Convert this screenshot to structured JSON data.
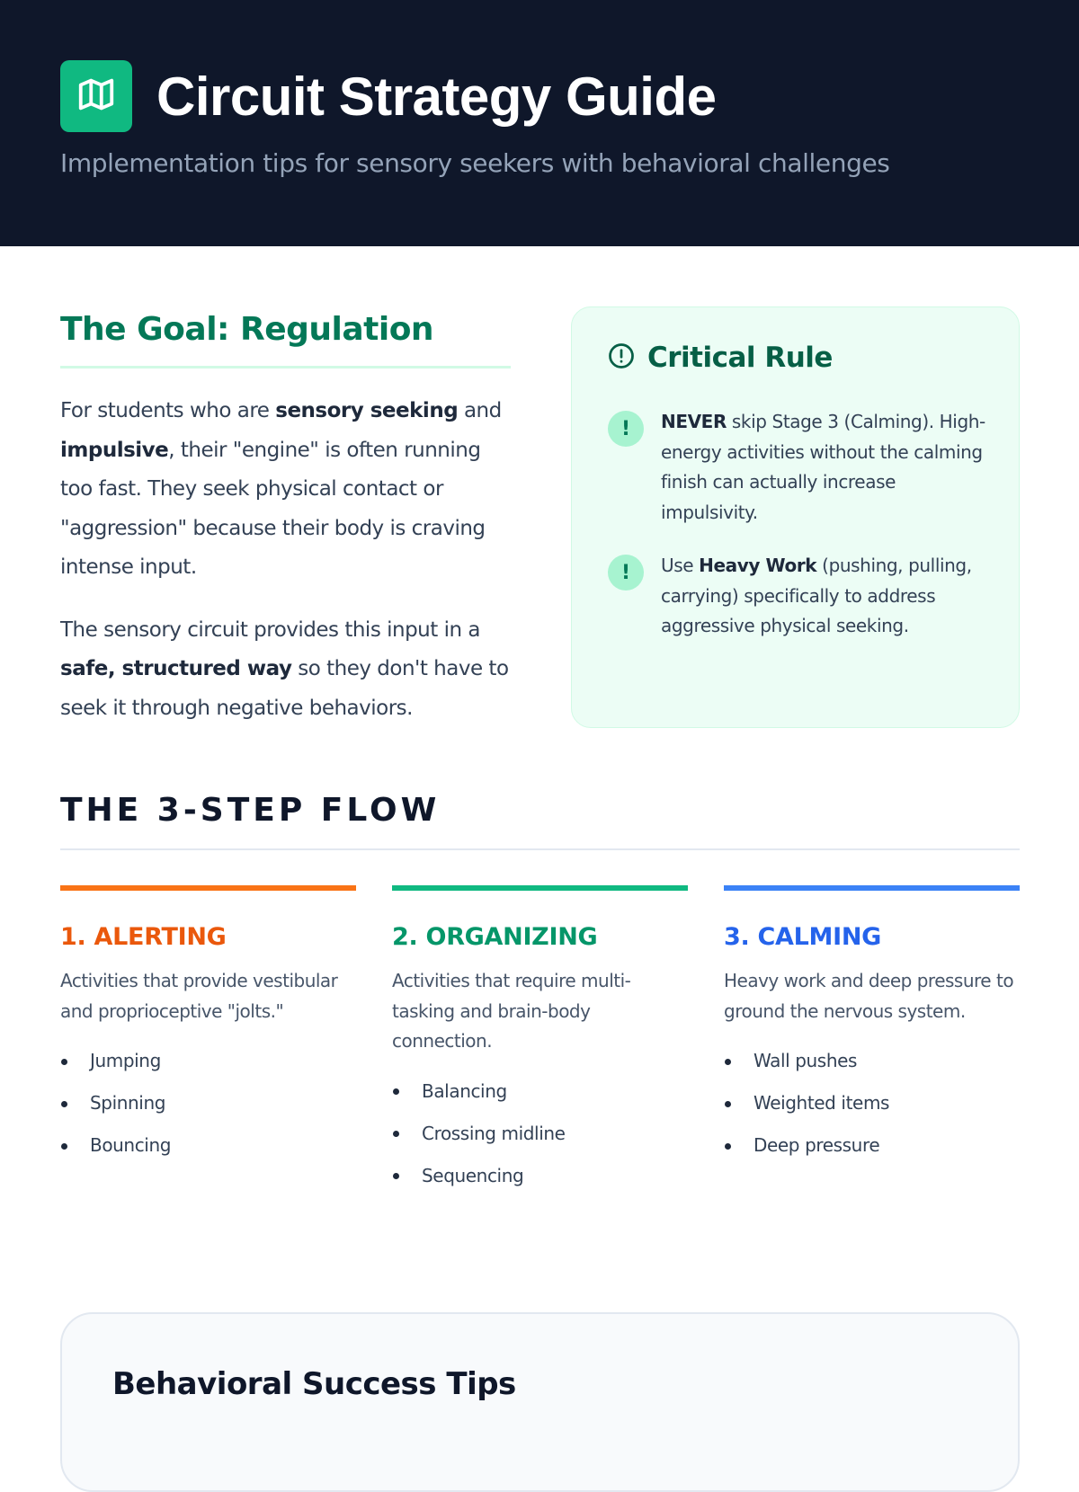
{
  "header": {
    "logo_icon": "map-icon",
    "title": "Circuit Strategy Guide",
    "subtitle": "Implementation tips for sensory seekers with behavioral challenges"
  },
  "goal": {
    "heading": "The Goal: Regulation",
    "paragraph1": {
      "t1": "For students who are ",
      "b1": "sensory seeking",
      "t2": " and ",
      "b2": "impulsive",
      "t3": ", their \"engine\" is often running too fast. They seek physical contact or \"aggression\" because their body is craving intense input."
    },
    "paragraph2": {
      "t1": "The sensory circuit provides this input in a ",
      "b1": "safe, structured way",
      "t2": " so they don't have to seek it through negative behaviors."
    }
  },
  "critical_rule": {
    "icon": "alert-circle-icon",
    "title": "Critical Rule",
    "items": [
      {
        "badge": "!",
        "bold": "NEVER",
        "text": " skip Stage 3 (Calming). High-energy activities without the calming finish can actually increase impulsivity."
      },
      {
        "badge": "!",
        "prefix": "Use ",
        "bold": "Heavy Work",
        "text": " (pushing, pulling, carrying) specifically to address aggressive physical seeking."
      }
    ]
  },
  "flow": {
    "heading": "THE 3-STEP FLOW",
    "steps": [
      {
        "title": "1. ALERTING",
        "color": "#f97316",
        "title_color": "#ea580c",
        "description": "Activities that provide vestibular and proprioceptive \"jolts.\"",
        "items": [
          "Jumping",
          "Spinning",
          "Bouncing"
        ]
      },
      {
        "title": "2. ORGANIZING",
        "color": "#10b981",
        "title_color": "#059669",
        "description": "Activities that require multi-tasking and brain-body connection.",
        "items": [
          "Balancing",
          "Crossing midline",
          "Sequencing"
        ]
      },
      {
        "title": "3. CALMING",
        "color": "#3b82f6",
        "title_color": "#2563eb",
        "description": "Heavy work and deep pressure to ground the nervous system.",
        "items": [
          "Wall pushes",
          "Weighted items",
          "Deep pressure"
        ]
      }
    ]
  },
  "tips": {
    "title": "Behavioral Success Tips"
  }
}
